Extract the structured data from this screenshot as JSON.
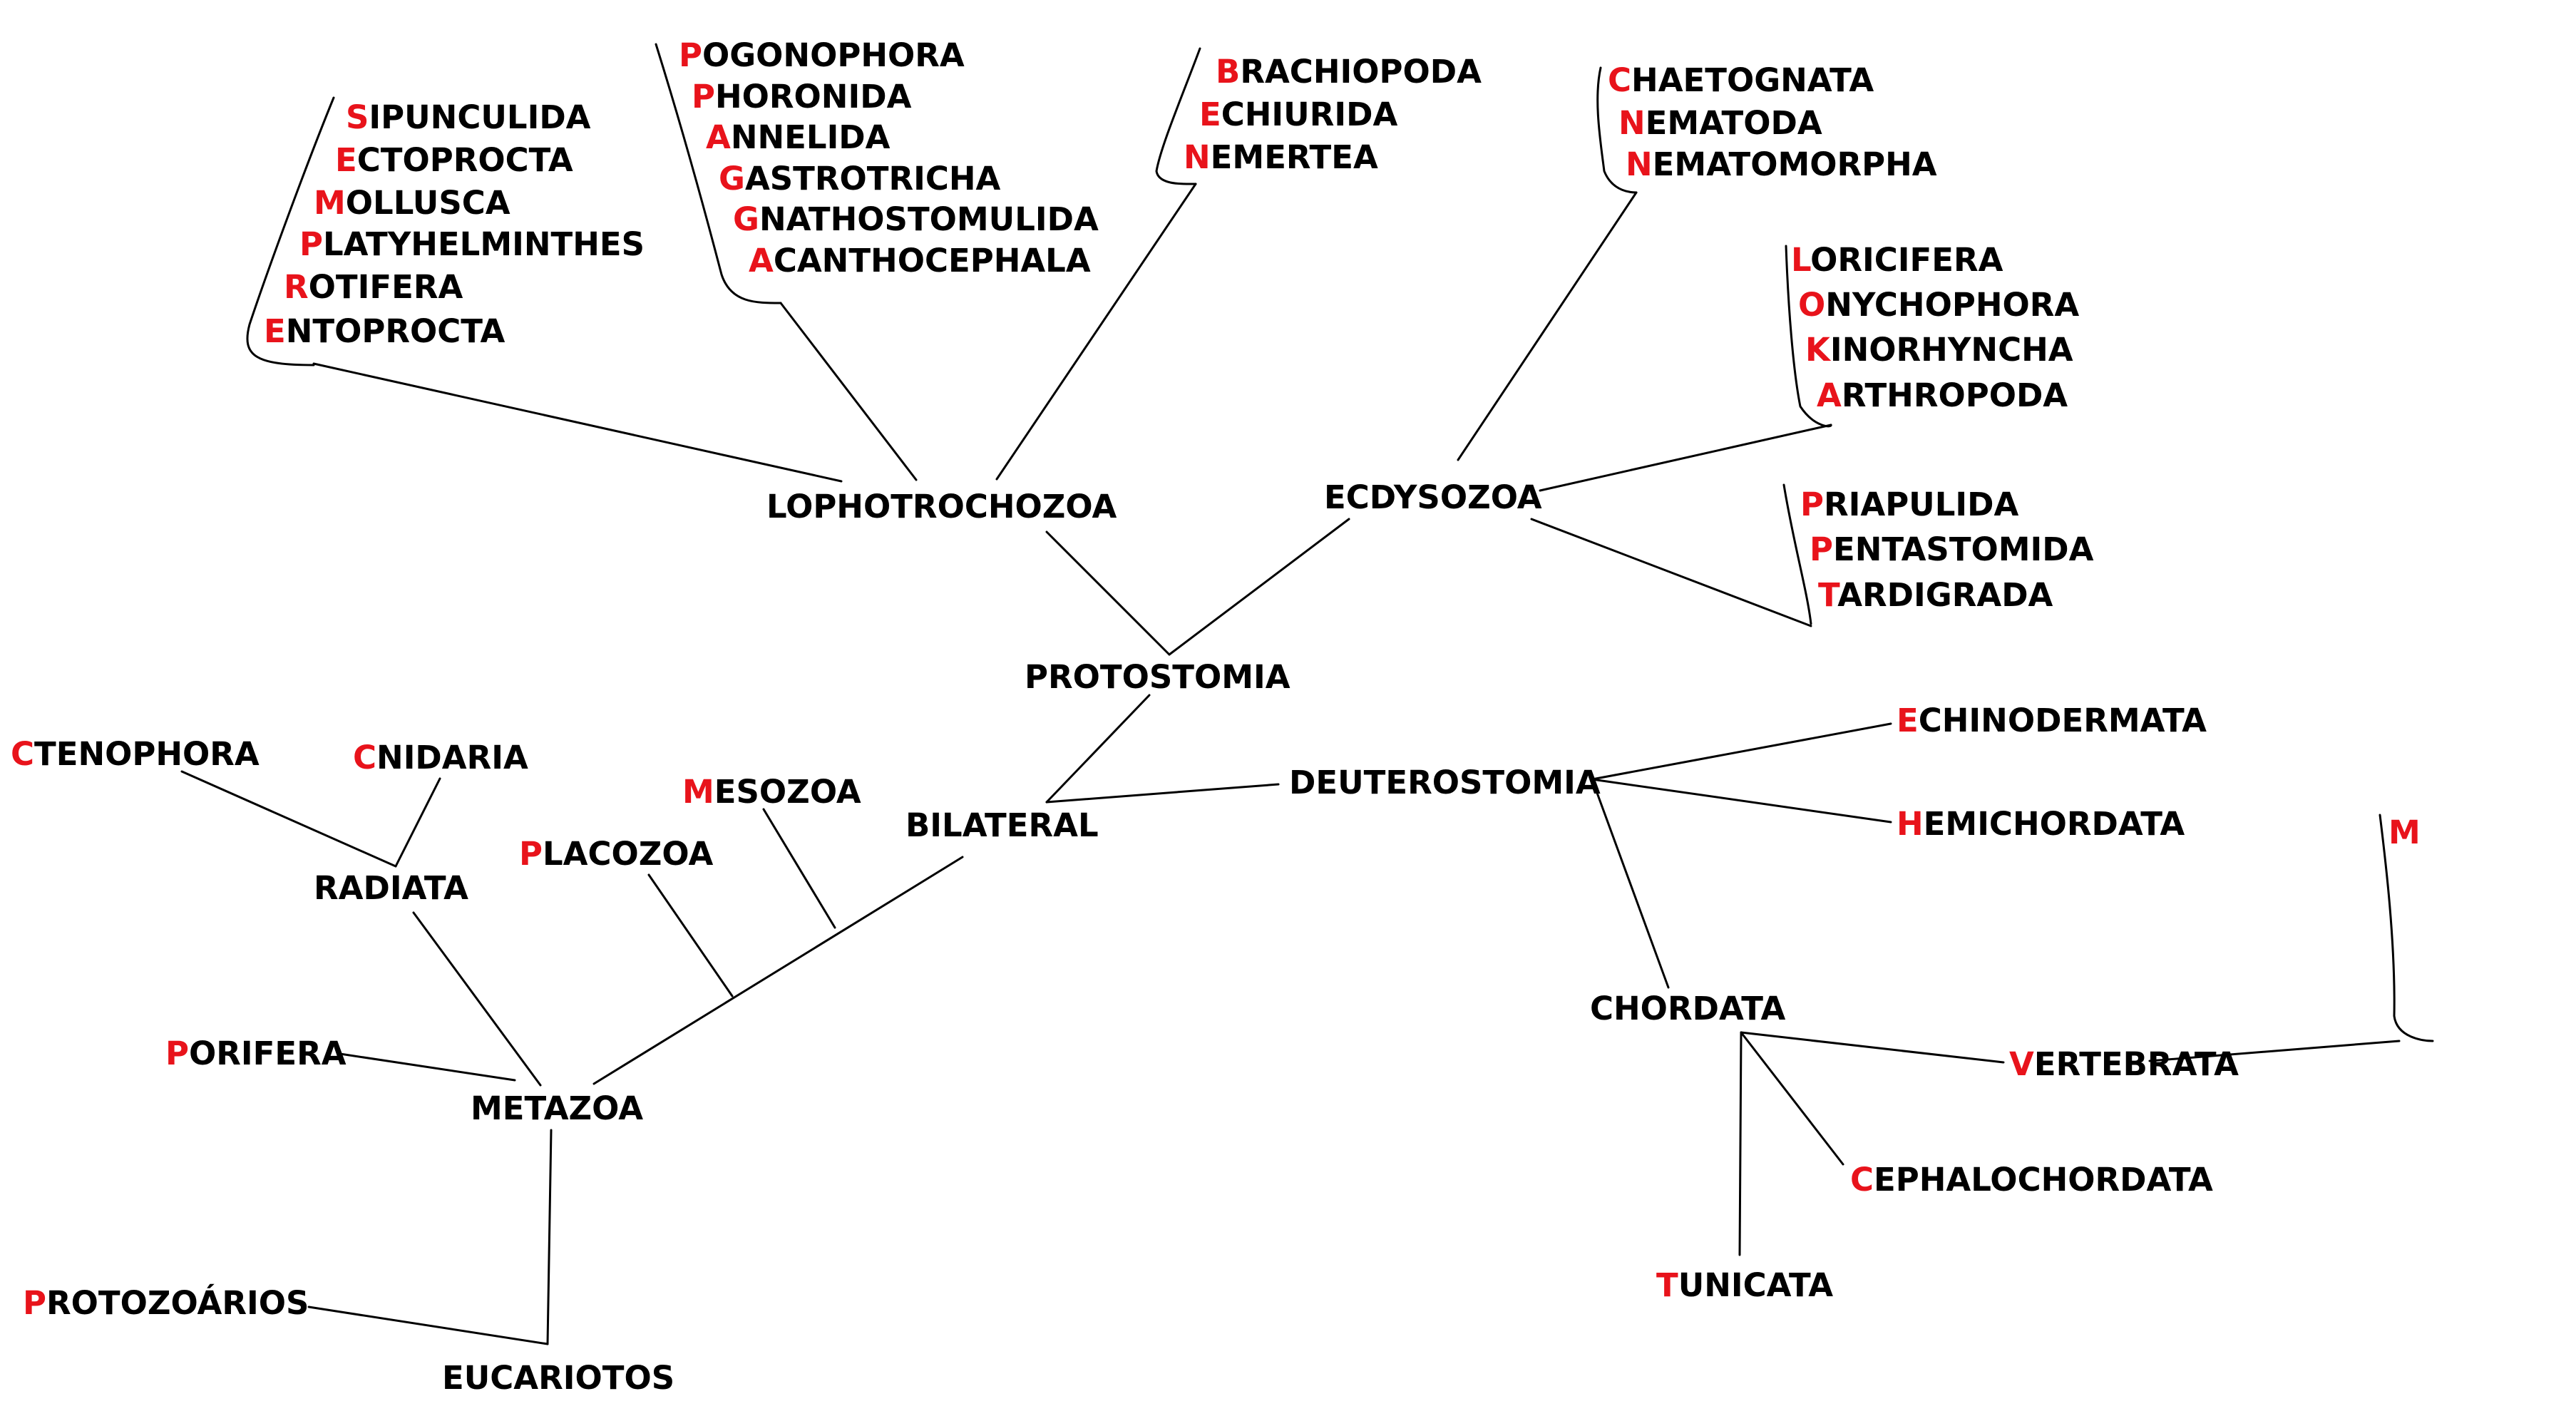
{
  "colors": {
    "line": "#000000",
    "text": "#000000",
    "initial": "#e8131b",
    "background": "#ffffff"
  },
  "nodes": {
    "lophotrochozoa": "LOPHOTROCHOZOA",
    "ecdysozoa": "ECDYSOZOA",
    "protostomia": "PROTOSTOMIA",
    "bilateral": "BILATERAL",
    "deuterostomia": "DEUTEROSTOMIA",
    "radiata": "RADIATA",
    "metazoa": "METAZOA",
    "eucariotos": "EUCARIOTOS",
    "chordata": "CHORDATA"
  },
  "taxa": [
    {
      "id": "sipunculida",
      "initial": "S",
      "rest": "IPUNCULIDA"
    },
    {
      "id": "ectoprocta",
      "initial": "E",
      "rest": "CTOPROCTA"
    },
    {
      "id": "mollusca",
      "initial": "M",
      "rest": "OLLUSCA"
    },
    {
      "id": "platyhelminthes",
      "initial": "P",
      "rest": "LATYHELMINTHES"
    },
    {
      "id": "rotifera",
      "initial": "R",
      "rest": "OTIFERA"
    },
    {
      "id": "entoprocta",
      "initial": "E",
      "rest": "NTOPROCTA"
    },
    {
      "id": "pogonophora",
      "initial": "P",
      "rest": "OGONOPHORA"
    },
    {
      "id": "phoronida",
      "initial": "P",
      "rest": "HORONIDA"
    },
    {
      "id": "annelida",
      "initial": "A",
      "rest": "NNELIDA"
    },
    {
      "id": "gastrotricha",
      "initial": "G",
      "rest": "ASTROTRICHA"
    },
    {
      "id": "gnathostomulida",
      "initial": "G",
      "rest": "NATHOSTOMULIDA"
    },
    {
      "id": "acanthocephala",
      "initial": "A",
      "rest": "CANTHOCEPHALA"
    },
    {
      "id": "brachiopoda",
      "initial": "B",
      "rest": "RACHIOPODA"
    },
    {
      "id": "echiurida",
      "initial": "E",
      "rest": "CHIURIDA"
    },
    {
      "id": "nemertea",
      "initial": "N",
      "rest": "EMERTEA"
    },
    {
      "id": "chaetognata",
      "initial": "C",
      "rest": "HAETOGNATA"
    },
    {
      "id": "nematoda",
      "initial": "N",
      "rest": "EMATODA"
    },
    {
      "id": "nematomorpha",
      "initial": "N",
      "rest": "EMATOMORPHA"
    },
    {
      "id": "loricifera",
      "initial": "L",
      "rest": "ORICIFERA"
    },
    {
      "id": "onychophora",
      "initial": "O",
      "rest": "NYCHOPHORA"
    },
    {
      "id": "kinorhyncha",
      "initial": "K",
      "rest": "INORHYNCHA"
    },
    {
      "id": "arthropoda",
      "initial": "A",
      "rest": "RTHROPODA"
    },
    {
      "id": "priapulida",
      "initial": "P",
      "rest": "RIAPULIDA"
    },
    {
      "id": "pentastomida",
      "initial": "P",
      "rest": "ENTASTOMIDA"
    },
    {
      "id": "tardigrada",
      "initial": "T",
      "rest": "ARDIGRADA"
    },
    {
      "id": "echinodermata",
      "initial": "E",
      "rest": "CHINODERMATA"
    },
    {
      "id": "hemichordata",
      "initial": "H",
      "rest": "EMICHORDATA"
    },
    {
      "id": "m",
      "initial": "M",
      "rest": ""
    },
    {
      "id": "vertebrata",
      "initial": "V",
      "rest": "ERTEBRATA"
    },
    {
      "id": "cephalochordata",
      "initial": "C",
      "rest": "EPHALOCHORDATA"
    },
    {
      "id": "tunicata",
      "initial": "T",
      "rest": "UNICATA"
    },
    {
      "id": "ctenophora",
      "initial": "C",
      "rest": "TENOPHORA"
    },
    {
      "id": "cnidaria",
      "initial": "C",
      "rest": "NIDARIA"
    },
    {
      "id": "mesozoa",
      "initial": "M",
      "rest": "ESOZOA"
    },
    {
      "id": "placozoa",
      "initial": "P",
      "rest": "LACOZOA"
    },
    {
      "id": "porifera",
      "initial": "P",
      "rest": "ORIFERA"
    },
    {
      "id": "protozoarios",
      "initial": "P",
      "rest": "ROTOZOÁRIOS"
    }
  ]
}
